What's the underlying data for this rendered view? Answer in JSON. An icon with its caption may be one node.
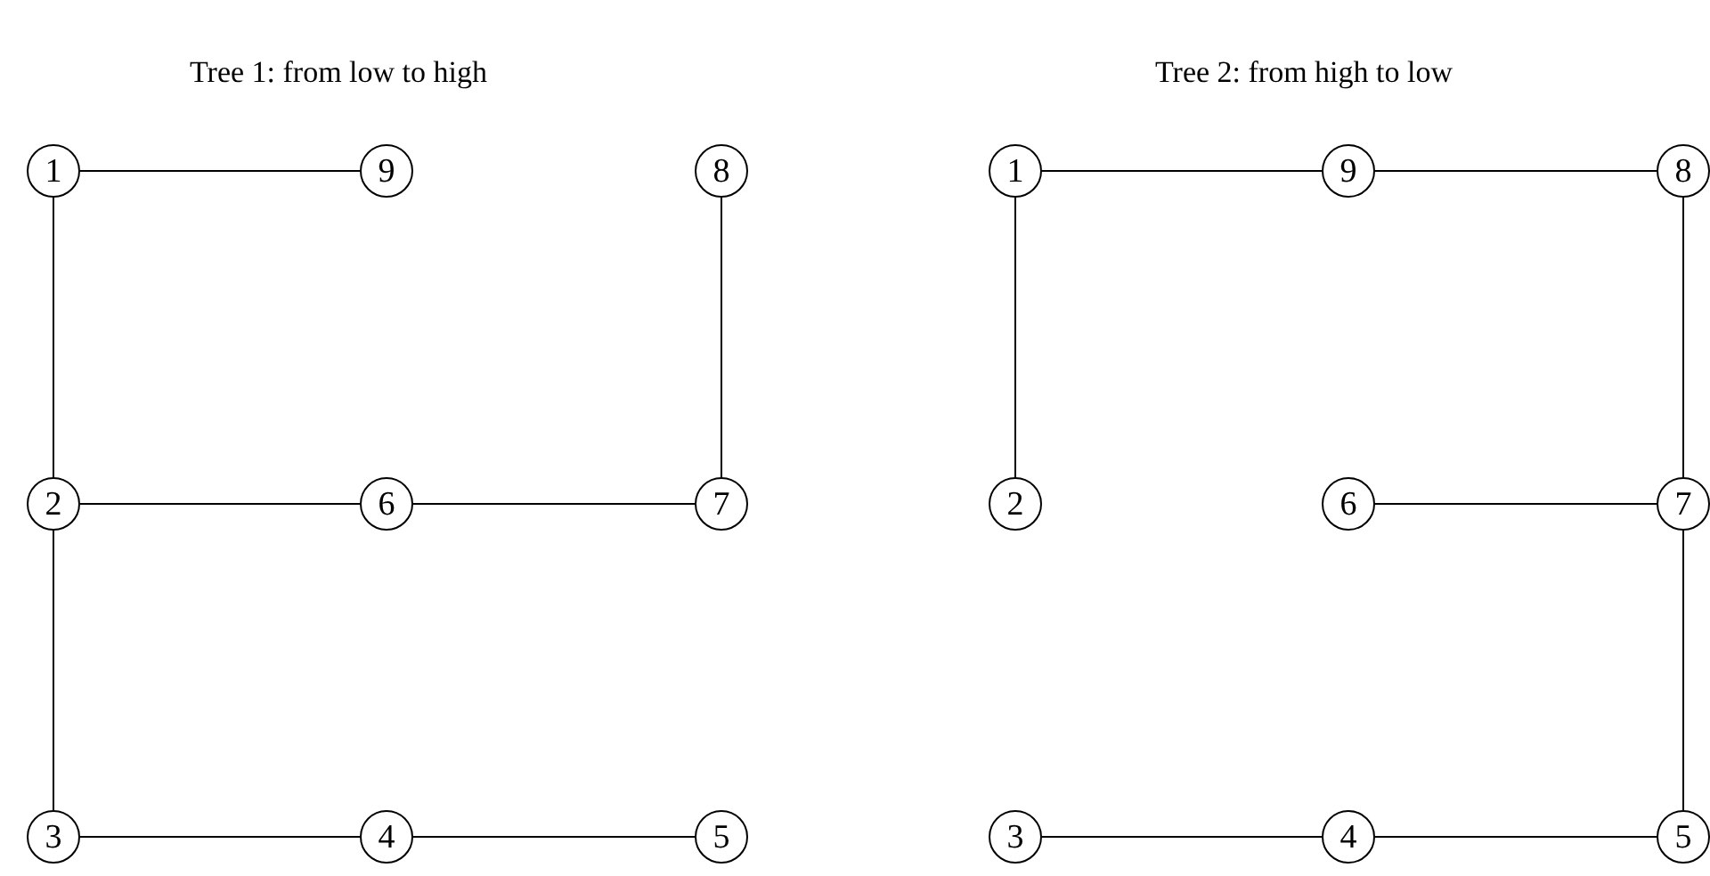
{
  "diagram": {
    "nodes": [
      {
        "text": [
          "1"
        ]
      },
      {
        "text": [
          "9"
        ]
      },
      {
        "text": [
          "8"
        ]
      },
      {
        "text": [
          "2"
        ]
      },
      {
        "text": [
          "6"
        ]
      },
      {
        "text": [
          "7"
        ]
      },
      {
        "text": [
          "3"
        ]
      },
      {
        "text": [
          "4"
        ]
      },
      {
        "text": [
          "5"
        ]
      },
      {
        "text": [
          "1"
        ]
      },
      {
        "text": [
          "9"
        ]
      },
      {
        "text": [
          "8"
        ]
      },
      {
        "text": [
          "2"
        ]
      },
      {
        "text": [
          "6"
        ]
      },
      {
        "text": [
          "7"
        ]
      },
      {
        "text": [
          "3"
        ]
      },
      {
        "text": [
          "4"
        ]
      },
      {
        "text": [
          "5"
        ]
      }
    ],
    "edges": [
      {
        "from": 0,
        "to": 1,
        "arrow": "none"
      },
      {
        "from": 0,
        "to": 3,
        "arrow": "none"
      },
      {
        "from": 2,
        "to": 5,
        "arrow": "none"
      },
      {
        "from": 3,
        "to": 4,
        "arrow": "none"
      },
      {
        "from": 4,
        "to": 5,
        "arrow": "none"
      },
      {
        "from": 3,
        "to": 6,
        "arrow": "none"
      },
      {
        "from": 6,
        "to": 7,
        "arrow": "none"
      },
      {
        "from": 7,
        "to": 8,
        "arrow": "none"
      },
      {
        "from": 9,
        "to": 10,
        "arrow": "none"
      },
      {
        "from": 10,
        "to": 11,
        "arrow": "none"
      },
      {
        "from": 9,
        "to": 12,
        "arrow": "none"
      },
      {
        "from": 11,
        "to": 14,
        "arrow": "none"
      },
      {
        "from": 13,
        "to": 14,
        "arrow": "none"
      },
      {
        "from": 14,
        "to": 17,
        "arrow": "none"
      },
      {
        "from": 15,
        "to": 16,
        "arrow": "none"
      },
      {
        "from": 16,
        "to": 17,
        "arrow": "none"
      }
    ],
    "labels": [
      "Tree 1: from low to high",
      "Tree 2: from high to low"
    ]
  }
}
